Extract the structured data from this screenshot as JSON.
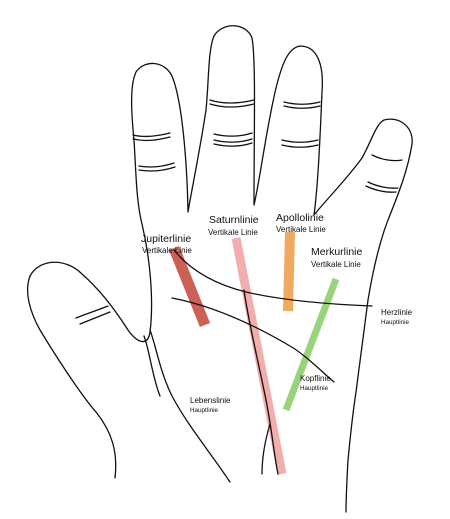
{
  "labels": {
    "jupiter": {
      "name": "Jupiterlinie",
      "type": "Vertikale Linie"
    },
    "saturn": {
      "name": "Saturnlinie",
      "type": "Vertikale Linie"
    },
    "apollo": {
      "name": "Apollolinie",
      "type": "Vertikale Linie"
    },
    "merkur": {
      "name": "Merkurlinie",
      "type": "Vertikale Linie"
    },
    "herz": {
      "name": "Herzlinie",
      "type": "Hauptlinie"
    },
    "kopf": {
      "name": "Kopflinie",
      "type": "Hauptlinie"
    },
    "leben": {
      "name": "Lebenslinie",
      "type": "Hauptlinie"
    }
  },
  "colors": {
    "jupiter": "#c0392b",
    "saturn": "#f0a0a0",
    "apollo": "#f0a050",
    "merkur": "#8fd070",
    "outline": "#111111"
  }
}
